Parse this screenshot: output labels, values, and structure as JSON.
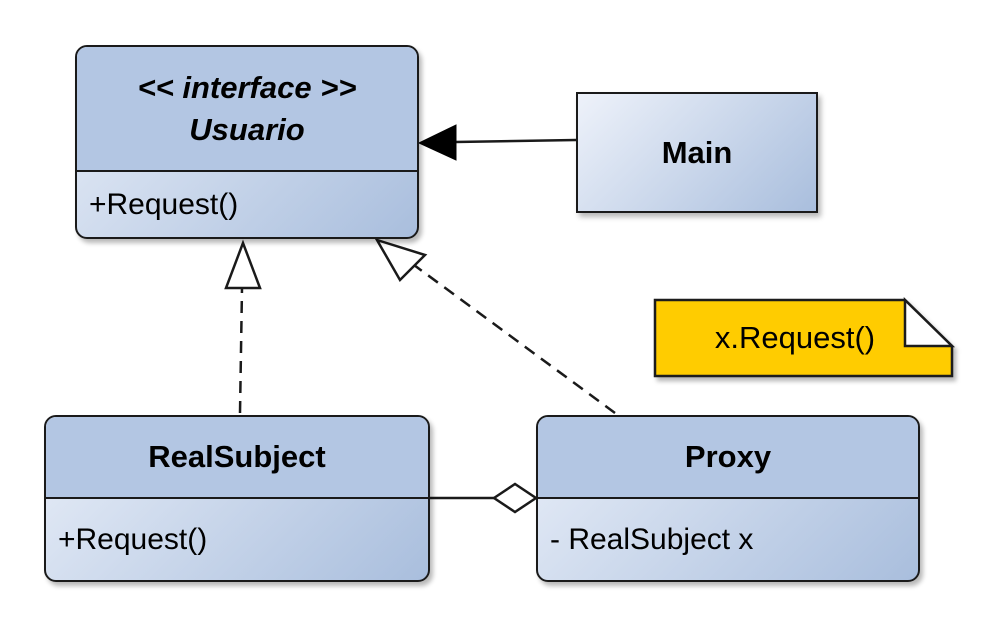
{
  "interface_class": {
    "stereotype": "<< interface >>",
    "name": "Usuario",
    "method": "+Request()"
  },
  "main_class": {
    "name": "Main"
  },
  "real_subject_class": {
    "name": "RealSubject",
    "method": "+Request()"
  },
  "proxy_class": {
    "name": "Proxy",
    "attribute": "- RealSubject x"
  },
  "note": {
    "text": "x.Request()"
  },
  "colors": {
    "class_header": "#b3c6e3",
    "class_gradient_light": "#e8eef8",
    "class_gradient_dark": "#a9bedd",
    "note_fill": "#ffcc00",
    "stroke": "#1a1a1a"
  }
}
